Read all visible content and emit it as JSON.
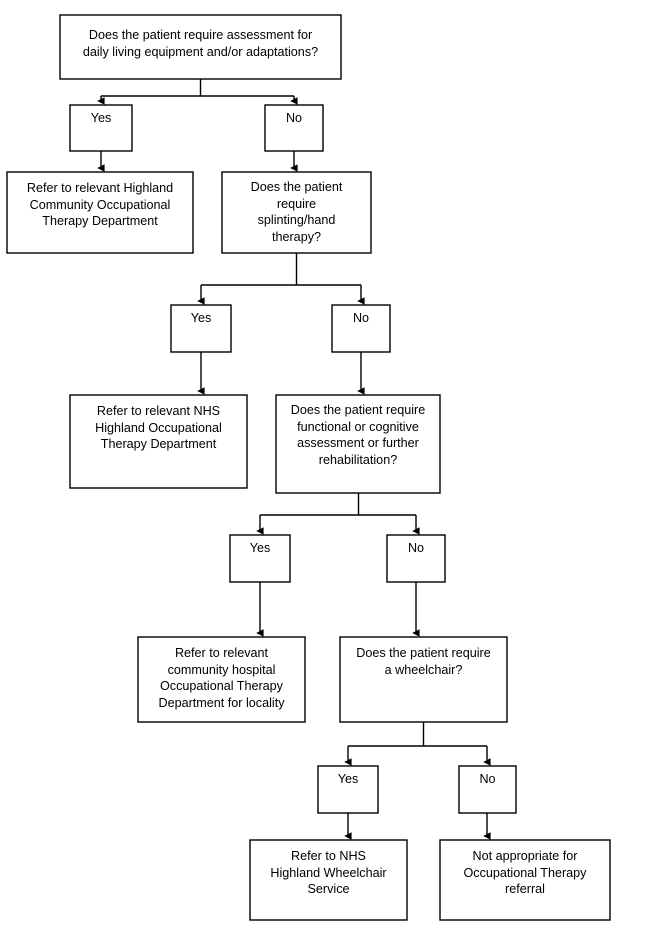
{
  "document": {
    "title": "Occupational Therapy referral decision flowchart",
    "background_color": "#ffffff",
    "line_color": "#000000",
    "text_color": "#000000"
  },
  "nodes": {
    "q_daily_living": "Does the patient require assessment for\ndaily living equipment and/or adaptations?",
    "yes_1": "Yes",
    "no_1": "No",
    "out_highland_community": "Refer to relevant Highland\nCommunity Occupational\nTherapy Department",
    "q_splinting": "Does the patient\nrequire\nsplinting/hand\ntherapy?",
    "yes_2": "Yes",
    "no_2": "No",
    "out_nhs_highland": "Refer to relevant NHS\nHighland Occupational\nTherapy Department",
    "q_functional": "Does the patient require\nfunctional or cognitive\nassessment or further\nrehabilitation?",
    "yes_3": "Yes",
    "no_3": "No",
    "out_community_hospital": "Refer to relevant\ncommunity hospital\nOccupational Therapy\nDepartment for locality",
    "q_wheelchair": "Does the patient require\na wheelchair?",
    "yes_4": "Yes",
    "no_4": "No",
    "out_wheelchair_service": "Refer to NHS\nHighland Wheelchair\nService",
    "out_not_appropriate": "Not appropriate for\nOccupational Therapy\nreferral"
  }
}
